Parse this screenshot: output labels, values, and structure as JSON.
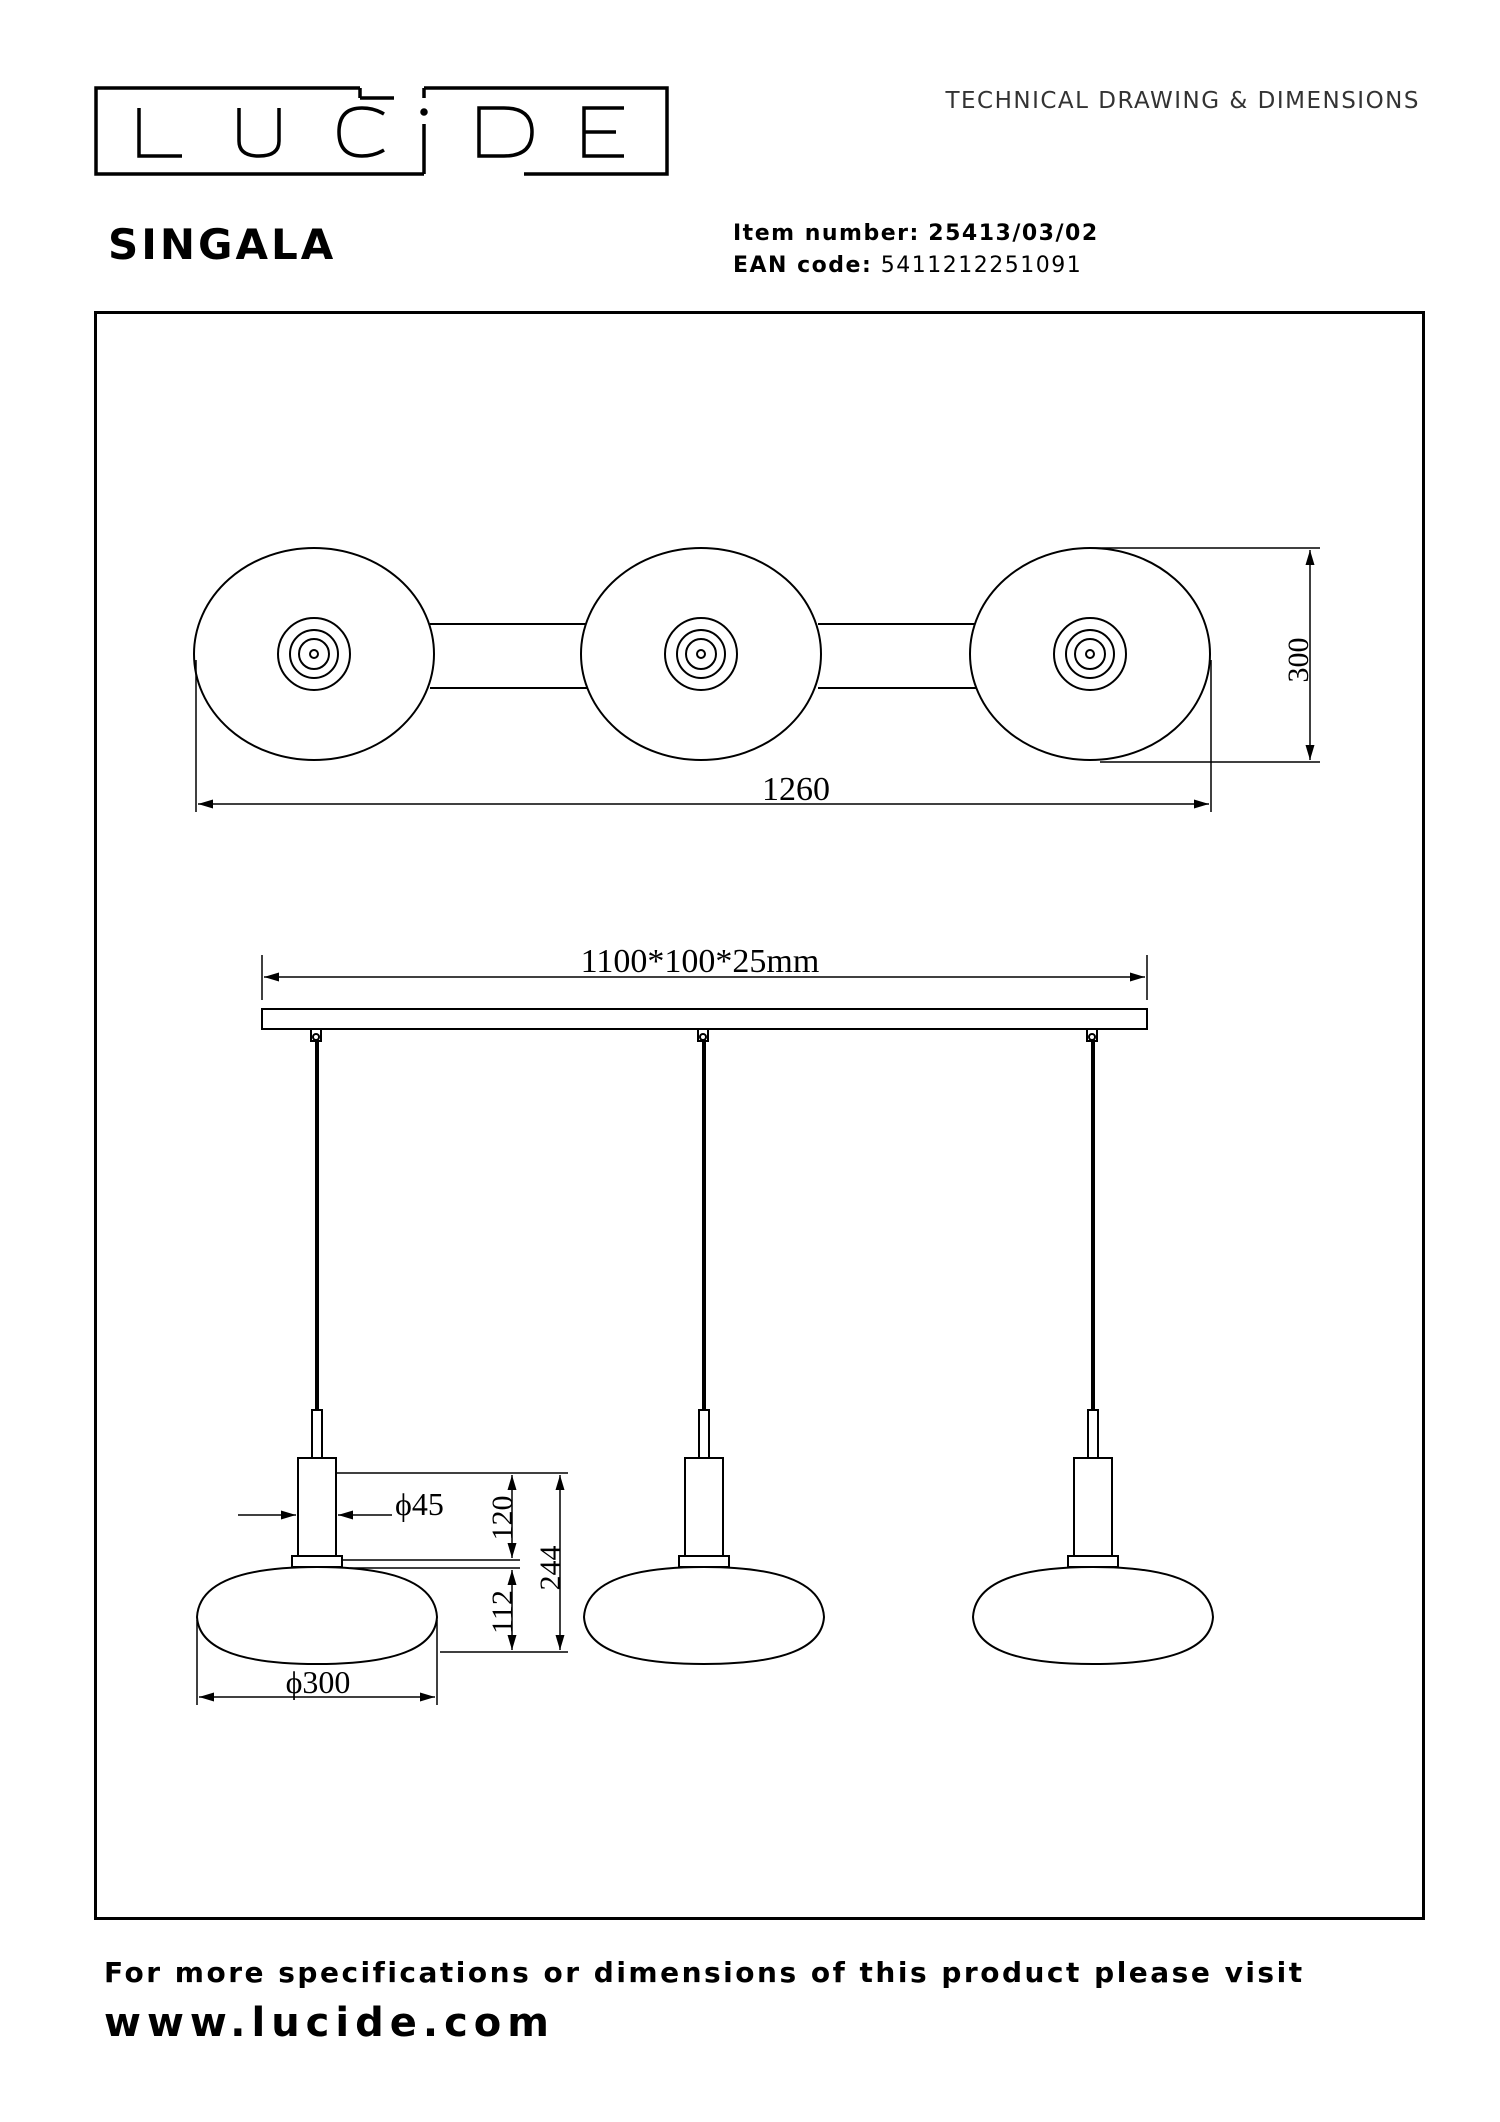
{
  "header": {
    "logo_text": "LUCIDE",
    "doc_title": "TECHNICAL DRAWING & DIMENSIONS"
  },
  "product": {
    "name": "SINGALA",
    "item_label": "Item number:",
    "item_number": "25413/03/02",
    "ean_label": "EAN code:",
    "ean_code": "5411212251091"
  },
  "drawing": {
    "top_view_width": "1260",
    "top_view_depth": "300",
    "canopy_dims": "1100*100*25mm",
    "neck_diameter": "ϕ45",
    "neck_height": "120",
    "total_height": "244",
    "shade_height": "112",
    "shade_diameter": "ϕ300"
  },
  "footer": {
    "line1": "For more specifications or dimensions of this product please visit",
    "url": "www.lucide.com"
  }
}
